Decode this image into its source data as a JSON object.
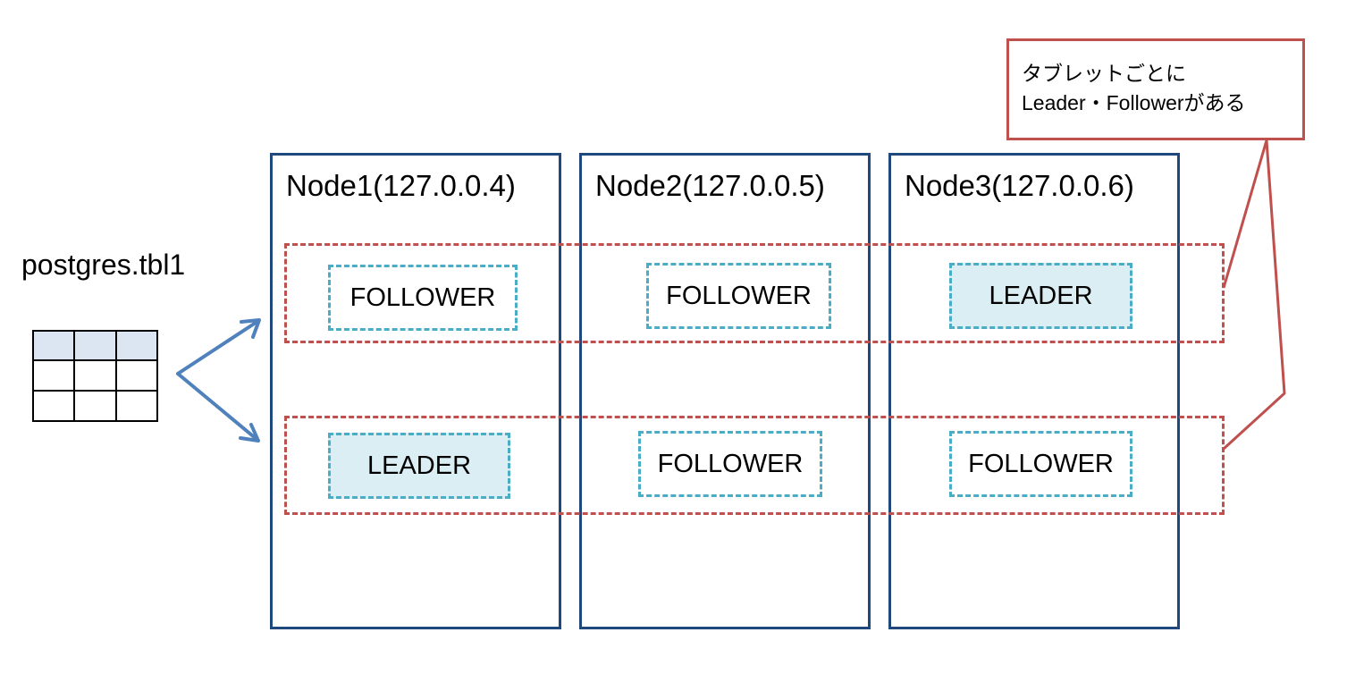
{
  "table": {
    "label": "postgres.tbl1",
    "icon": "table-icon",
    "header_color": "#dce6f2"
  },
  "nodes": [
    {
      "title": "Node1(127.0.0.4)"
    },
    {
      "title": "Node2(127.0.0.5)"
    },
    {
      "title": "Node3(127.0.0.6)"
    }
  ],
  "tablets": [
    {
      "replicas": [
        "FOLLOWER",
        "FOLLOWER",
        "LEADER"
      ]
    },
    {
      "replicas": [
        "LEADER",
        "FOLLOWER",
        "FOLLOWER"
      ]
    }
  ],
  "callout": {
    "line1": "タブレットごとに",
    "line2": "Leader・Followerがある"
  },
  "colors": {
    "node_border": "#1f497d",
    "tablet_border": "#c0504d",
    "replica_border": "#4bacc6",
    "leader_fill": "#daeef3",
    "arrow": "#4f81bd"
  }
}
